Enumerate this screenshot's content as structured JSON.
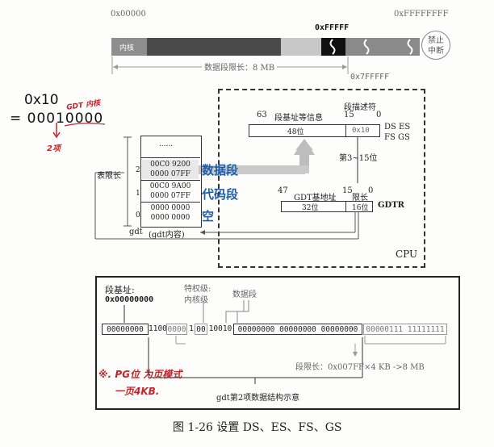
{
  "memory_bar": {
    "addr_start": "0x00000",
    "addr_ffff": "0xFFFFF",
    "addr_end": "0xFFFFFFFF",
    "kernel_label": "内核",
    "limit_label": "数据段限长：8 MB",
    "addr_7ffff": "0x7FFFFF",
    "forbid_label_1": "禁止",
    "forbid_label_2": "中断"
  },
  "cpu": {
    "label": "CPU",
    "seg_reg_bits_hi": "63",
    "seg_reg_title": "段基址等信息",
    "seg_reg_width": "48位",
    "selector_title": "段描述符",
    "selector_bit_15": "15",
    "selector_bit_0": "0",
    "selector_value": "0x10",
    "regs_line1": "DS  ES",
    "regs_line2": "FS  GS",
    "bits_3_15": "第3~15位",
    "gdtr_bit_47": "47",
    "gdtr_base_title": "GDT基地址",
    "gdtr_bit_15": "15",
    "gdtr_bit_0": "0",
    "gdtr_limit_title": "限长",
    "gdtr_base_width": "32位",
    "gdtr_limit_width": "16位",
    "gdtr_label": "GDTR"
  },
  "gdt_table": {
    "dots": "......",
    "rows": [
      "00C0 9200",
      "0000 07FF",
      "00C0 9A00",
      "0000 07FF",
      "0000 0000",
      "0000 0000"
    ],
    "index_2": "2",
    "index_1": "1",
    "index_0": "0",
    "limit_label": "表限长",
    "name": "gdt",
    "caption": "(gdt内容)"
  },
  "handwriting": {
    "selector_hex": "0x10",
    "selector_bin": "= 00010000",
    "gdt_note": "GDT 内核",
    "index_note": "2项",
    "data_seg": "数据段",
    "code_seg": "代码段",
    "null_seg": "空",
    "pg_note_1": "※. PG位 为页模式",
    "pg_note_2": "一页4KB."
  },
  "descriptor_detail": {
    "base_label": "段基址:",
    "base_value": "0x00000000",
    "privilege_label_1": "特权级:",
    "privilege_label_2": "内核级",
    "data_seg_label": "数据段",
    "bits_base_hi": "00000000",
    "bits_flags": "1100",
    "bits_limit_hi": "0000",
    "bits_p": "1",
    "bits_dpl": "00",
    "bits_type": "10010",
    "bits_base_lo": "00000000 00000000 00000000",
    "bits_limit_lo": "00000111 11111111",
    "limit_formula": "段限长：0x007FF×4 KB ->8 MB",
    "title": "gdt第2项数据结构示意"
  },
  "figure_caption": "图 1-26   设置 DS、ES、FS、GS"
}
